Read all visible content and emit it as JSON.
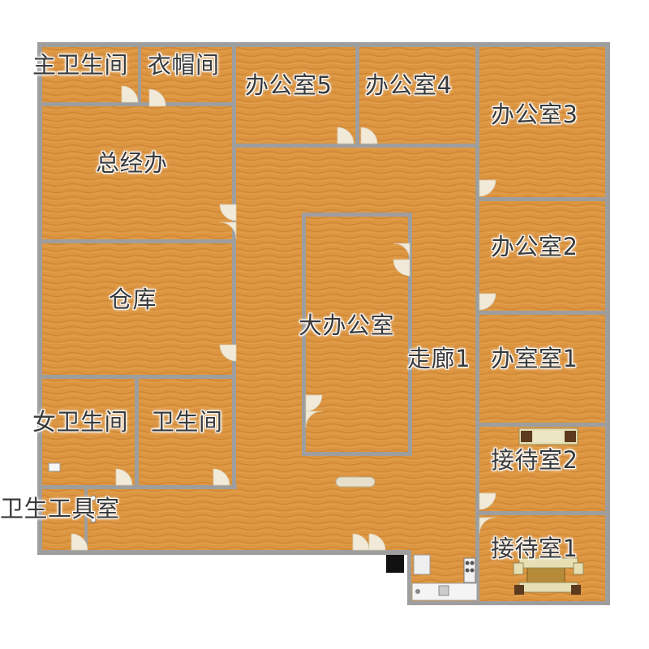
{
  "rooms": {
    "master_bath": "主卫生间",
    "cloakroom": "衣帽间",
    "office5": "办公室5",
    "office4": "办公室4",
    "office3": "办公室3",
    "gm_office": "总经办",
    "office2": "办公室2",
    "warehouse": "仓库",
    "open_office": "大办公室",
    "corridor": "走廊1",
    "office1": "办室室1",
    "womens_restroom": "女卫生间",
    "mens_restroom": "卫生间",
    "reception2": "接待室2",
    "janitor": "卫生工具室",
    "reception1": "接待室1"
  },
  "colors": {
    "floor": "#dc9540",
    "floor_stripe": "#c47a2c",
    "wall": "#9e9e9e",
    "door": "#f2ead8",
    "label": "#3a3a3a"
  }
}
